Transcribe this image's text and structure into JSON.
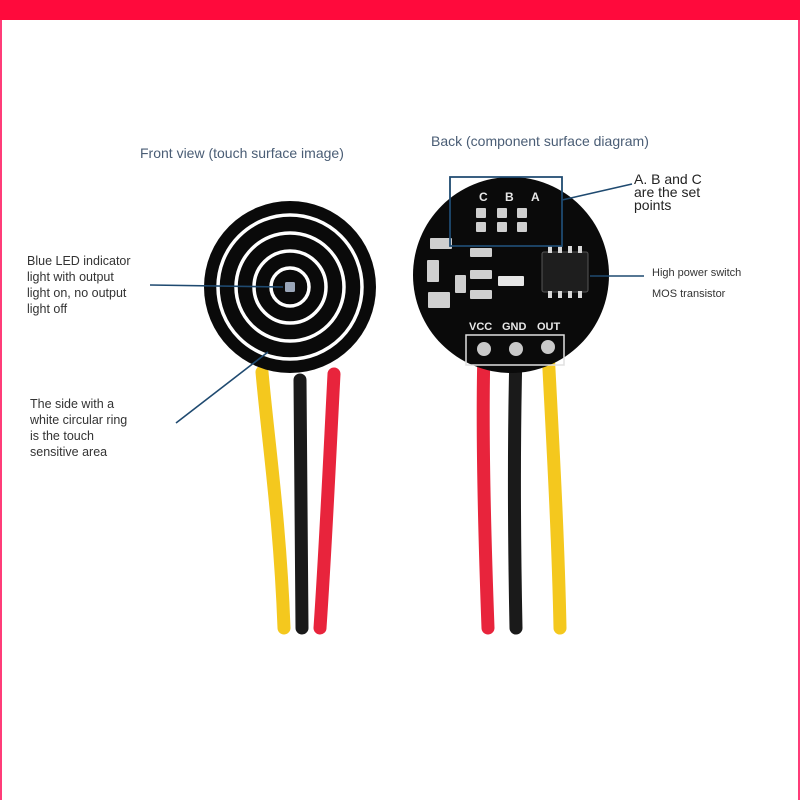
{
  "colors": {
    "top_bar": "#ff0a3c",
    "side_line": "#ff3c78",
    "pcb": "#0a0a0a",
    "ring": "#ffffff",
    "wire_yellow": "#f4c81e",
    "wire_black": "#1a1a1a",
    "wire_red": "#e8243c",
    "callout_line": "#1f4a70"
  },
  "front": {
    "heading": "Front view (touch surface image)",
    "led_note": [
      "Blue LED indicator",
      "light with output",
      "light on, no output",
      "light off"
    ],
    "touch_note": [
      "The side with a",
      "white circular ring",
      "is the touch",
      "sensitive area"
    ]
  },
  "back": {
    "heading": "Back (component surface diagram)",
    "set_points_note": [
      "A. B and C",
      "are the set",
      "points"
    ],
    "switch_note": "High power switch",
    "mos_note": "MOS transistor",
    "pcb_labels": {
      "a": "A",
      "b": "B",
      "c": "C",
      "vcc": "VCC",
      "gnd": "GND",
      "out": "OUT"
    }
  }
}
